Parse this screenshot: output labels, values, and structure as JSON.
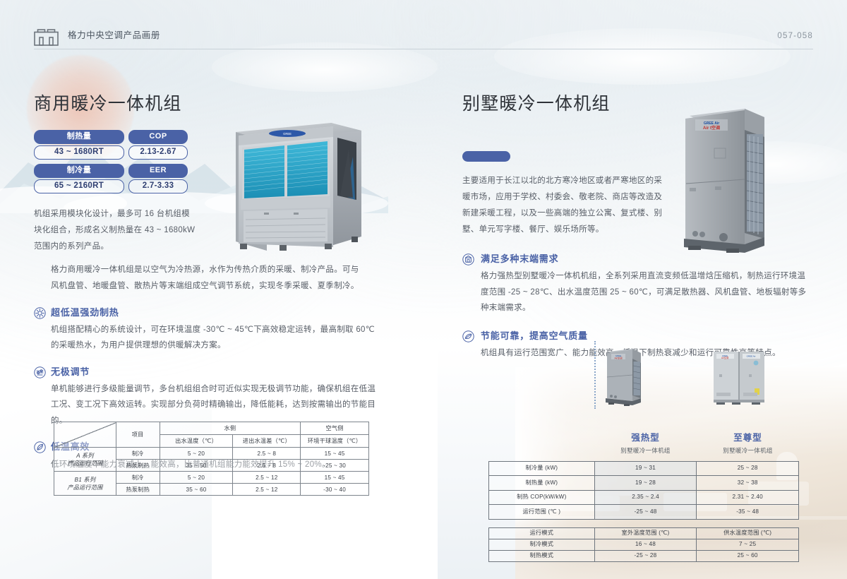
{
  "header": {
    "logo_icon": "building-logo-icon",
    "title": "格力中央空调产品画册",
    "page_number": "057-058"
  },
  "left_column": {
    "title": "商用暖冷一体机组",
    "specs": [
      {
        "label": "制热量",
        "value": "43 ~ 1680RT"
      },
      {
        "label": "COP",
        "value": "2.13-2.67"
      },
      {
        "label": "制冷量",
        "value": "65 ~ 2160RT"
      },
      {
        "label": "EER",
        "value": "2.7-3.33"
      }
    ],
    "intro": "机组采用模块化设计，最多可 16 台机组模块化组合，形成名义制热量在 43 ~ 1680kW 范围内的系列产品。",
    "lead": "格力商用暖冷一体机组是以空气为冷热源，水作为传热介质的采暖、制冷产品。可与风机盘管、地暖盘管、散热片等末端组成空气调节系统，实现冬季采暖、夏季制冷。",
    "features": [
      {
        "icon": "snowflake-sun-icon",
        "title": "超低温强劲制热",
        "body": "机组搭配精心的系统设计，可在环境温度 -30℃ ~ 45℃下高效稳定运转，最高制取 60℃的采暖热水，为用户提供理想的供暖解决方案。"
      },
      {
        "icon": "adjust-knob-icon",
        "title": "无极调节",
        "body": "单机能够进行多级能量调节，多台机组组合时可近似实现无极调节功能，确保机组在低温工况、变工况下高效运转。实现部分负荷时精确输出，降低能耗，达到按需输出的节能目的。"
      },
      {
        "icon": "leaf-efficiency-icon",
        "title": "低温高效",
        "body": "低环境温度下能力衰减小，能效高，比普通机组能力能效提升 15% ~ 20%。"
      }
    ],
    "product_image_alt": "商用暖冷一体机组产品图"
  },
  "right_column": {
    "title": "别墅暖冷一体机组",
    "intro": "主要适用于长江以北的北方寒冷地区或者严寒地区的采暖市场，应用于学校、村委会、敬老院、商店等改造及新建采暖工程，以及一些高端的独立公寓、复式楼、别墅、单元写字楼、餐厅、娱乐场所等。",
    "features": [
      {
        "icon": "terminal-demand-icon",
        "title": "满足多种末端需求",
        "body": "格力强热型别墅暖冷一体机机组，全系列采用直流变频低温增焓压缩机，制热运行环境温度范围 -25 ~ 28℃、出水温度范围 25 ~ 60℃，可满足散热器、风机盘管、地板辐射等多种末端需求。"
      },
      {
        "icon": "energy-saving-icon",
        "title": "节能可靠，提高空气质量",
        "body": "机组具有运行范围宽广、能力能效高、低温下制热衰减少和运行可靠性高等特点。"
      }
    ],
    "product_image_alt": "别墅暖冷一体机组产品图"
  },
  "left_table": {
    "corner": "",
    "col_item": "项目",
    "group_water": "水侧",
    "group_air": "空气侧",
    "sub_headers": [
      "出水温度（℃）",
      "进出水温差（℃）",
      "环境干球温度（℃）"
    ],
    "rows": [
      {
        "series": "A 系列\n产品运行范围",
        "entries": [
          {
            "mode": "制冷",
            "values": [
              "5 ~ 20",
              "2.5 ~ 8",
              "15 ~ 45"
            ]
          },
          {
            "mode": "热泵制热",
            "values": [
              "35 ~ 50",
              "2.5 ~ 8",
              "-25 ~ 30"
            ]
          }
        ]
      },
      {
        "series": "B1 系列\n产品运行范围",
        "entries": [
          {
            "mode": "制冷",
            "values": [
              "5 ~ 20",
              "2.5 ~ 12",
              "15 ~ 45"
            ]
          },
          {
            "mode": "热泵制热",
            "values": [
              "35 ~ 60",
              "2.5 ~ 12",
              "-30 ~ 40"
            ]
          }
        ]
      }
    ]
  },
  "right_table": {
    "products": [
      {
        "name": "强热型",
        "subtitle": "别墅暖冷一体机组"
      },
      {
        "name": "至尊型",
        "subtitle": "别墅暖冷一体机组"
      }
    ],
    "rows": [
      {
        "label": "制冷量 (kW)",
        "v1": "19 ~ 31",
        "v2": "25 ~ 28"
      },
      {
        "label": "制热量 (kW)",
        "v1": "19 ~ 28",
        "v2": "32 ~ 38"
      },
      {
        "label": "制热 COP(kW/kW)",
        "v1": "2.35 ~ 2.4",
        "v2": "2.31 ~ 2.40"
      },
      {
        "label": "运行范围 (℃ )",
        "v1": "-25 ~ 48",
        "v2": "-35 ~ 48"
      }
    ]
  },
  "right_table2": {
    "headers": [
      "运行模式",
      "室外温度范围 (℃)",
      "供水温度范围 (℃)"
    ],
    "rows": [
      {
        "label": "制冷模式",
        "c1": "16 ~ 48",
        "c2": "7 ~ 25"
      },
      {
        "label": "制热模式",
        "c1": "-25 ~ 28",
        "c2": "25 ~ 60"
      }
    ]
  },
  "colors": {
    "accent": "#4a62a6",
    "text": "#585e67",
    "heading": "#2e3238",
    "table_border": "#7d848c"
  }
}
